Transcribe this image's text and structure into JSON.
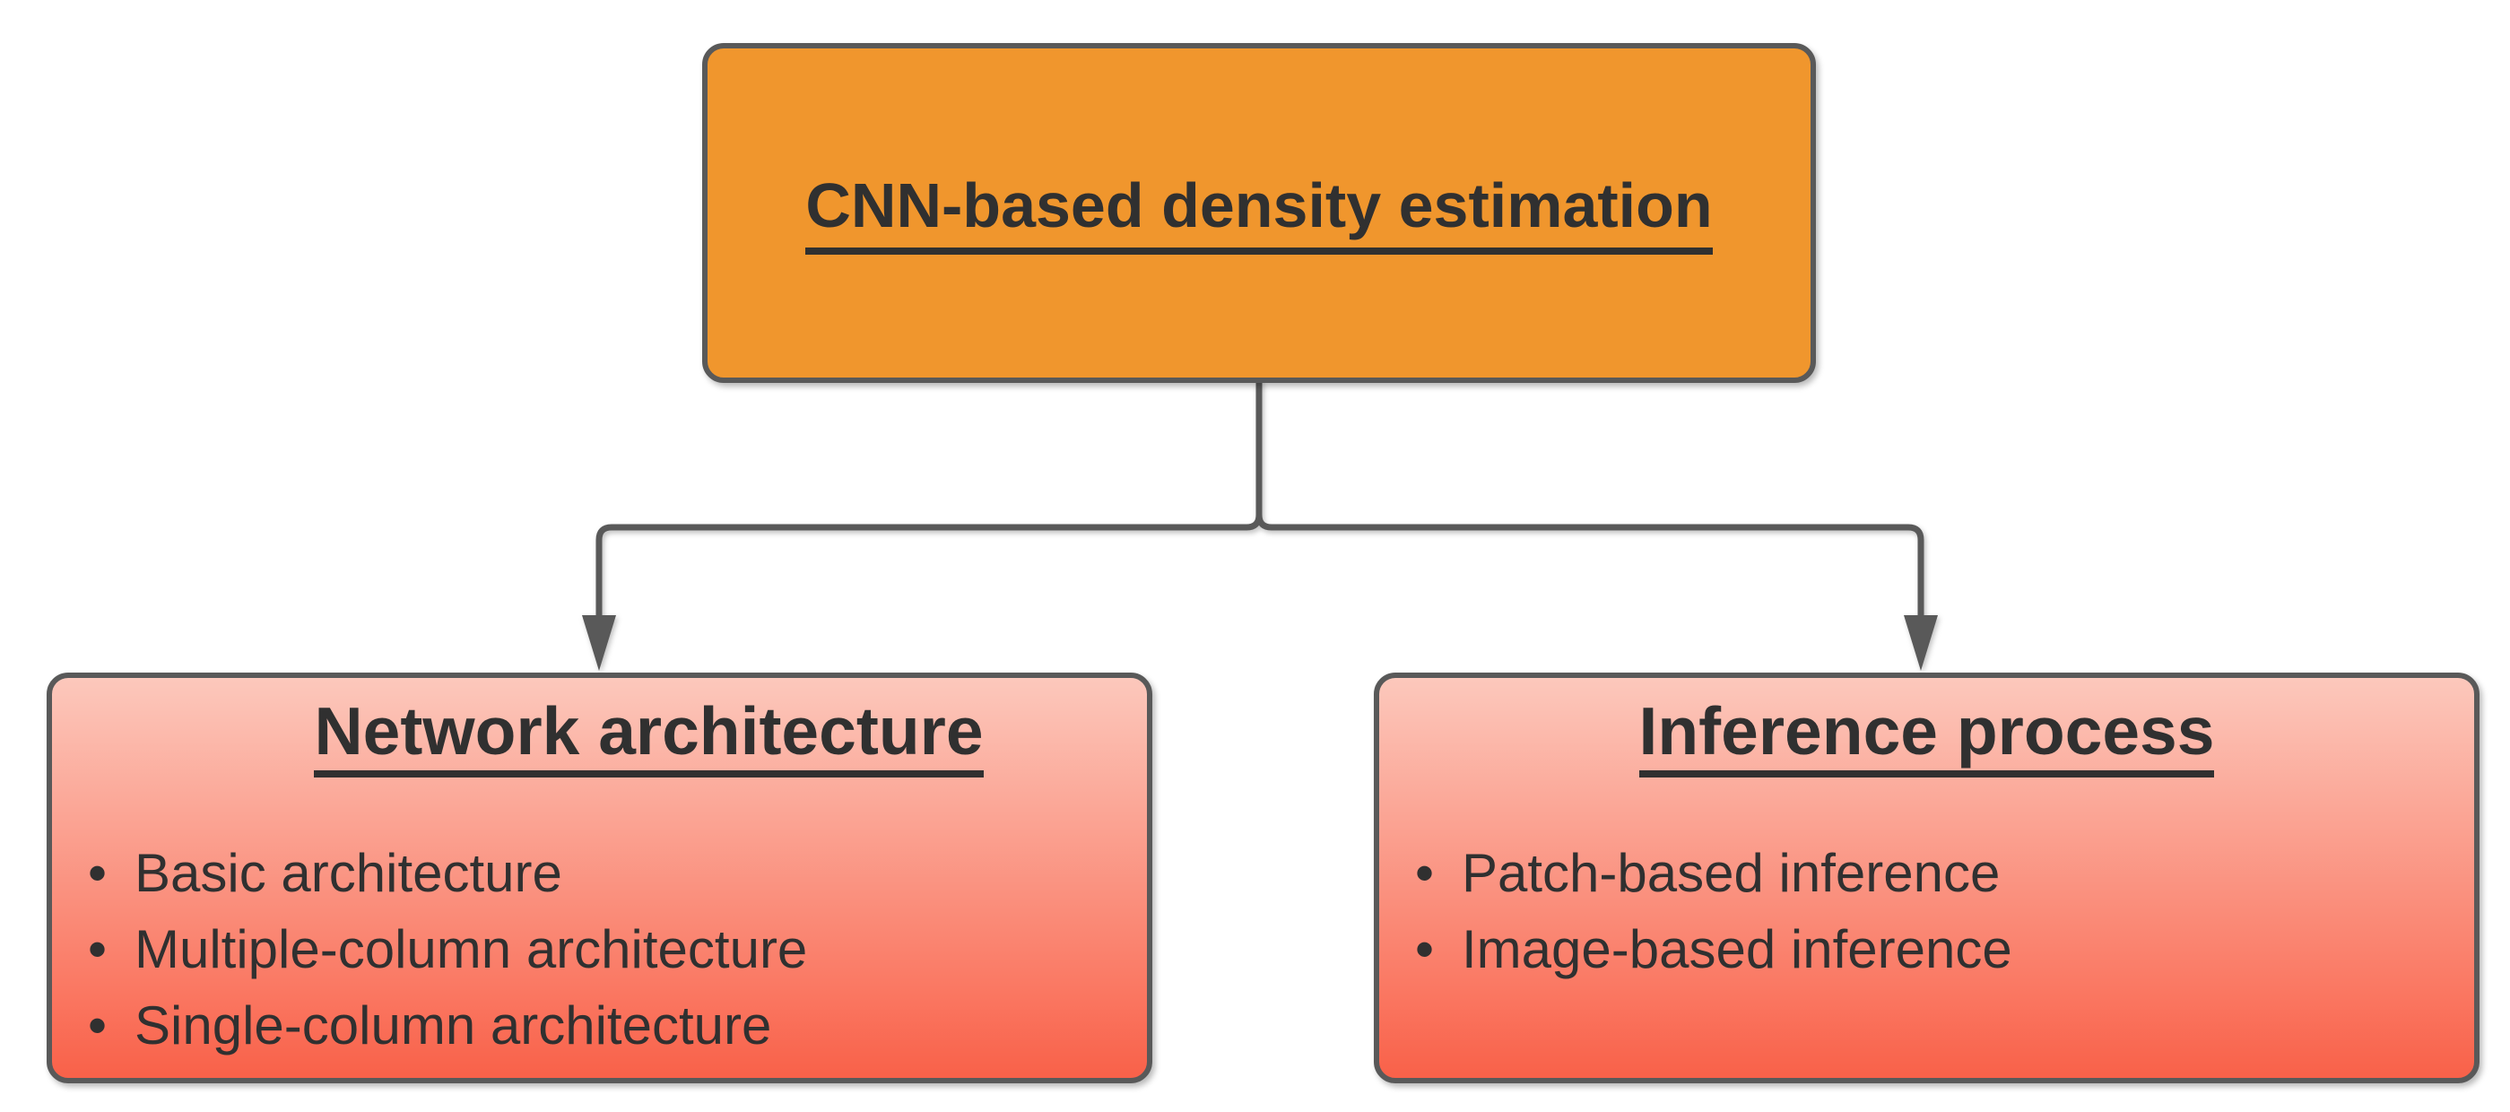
{
  "diagram": {
    "bullet_char": "•",
    "root": {
      "title": "CNN-based density estimation"
    },
    "children": [
      {
        "id": "network-architecture",
        "title": "Network architecture",
        "bullets": [
          "Basic architecture",
          "Multiple-column architecture",
          "Single-column architecture"
        ]
      },
      {
        "id": "inference-process",
        "title": "Inference process",
        "bullets": [
          "Patch-based inference",
          "Image-based inference"
        ]
      }
    ],
    "colors": {
      "root_fill": "#F0962D",
      "child_fill_top": "#FCC8BC",
      "child_fill_bottom": "#F96149",
      "border": "#595959",
      "connector": "#595959",
      "text": "#303030",
      "background": "#FFFFFF"
    }
  }
}
